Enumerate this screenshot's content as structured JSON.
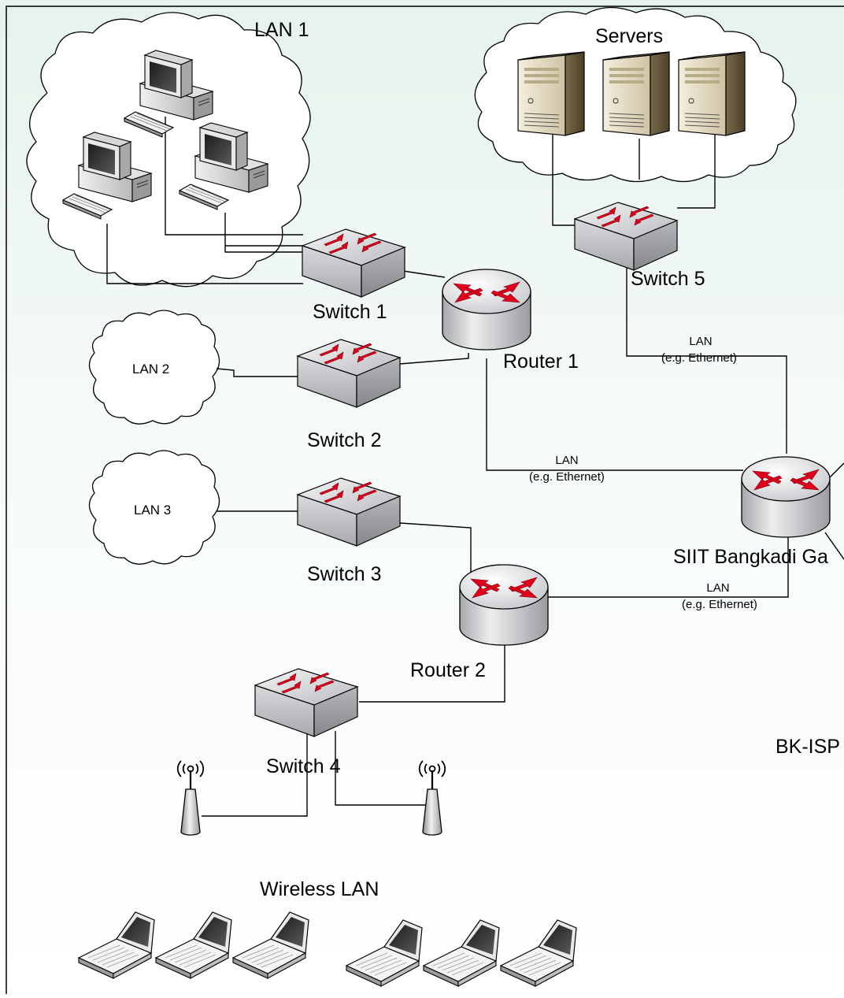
{
  "labels": {
    "lan1": "LAN 1",
    "servers": "Servers",
    "lan2": "LAN 2",
    "lan3": "LAN 3",
    "switch1": "Switch 1",
    "switch2": "Switch 2",
    "switch3": "Switch 3",
    "switch4": "Switch 4",
    "switch5": "Switch 5",
    "router1": "Router 1",
    "router2": "Router 2",
    "gateway": "SIIT Bangkadi Ga",
    "isp": "BK-ISP",
    "wireless": "Wireless LAN"
  },
  "links": {
    "lan_word": "LAN",
    "ethernet": "(e.g. Ethernet)"
  },
  "icons": {
    "pc": "desktop-computer-icon",
    "server": "tower-server-icon",
    "switch": "network-switch-icon",
    "router": "router-icon",
    "access_point": "wireless-access-point-icon",
    "laptop": "laptop-icon"
  },
  "colors": {
    "arrow": "#e0001b",
    "device_body": "#d6d8dc",
    "server_body": "#e5ddc8",
    "background_top": "#e9f4ee"
  }
}
